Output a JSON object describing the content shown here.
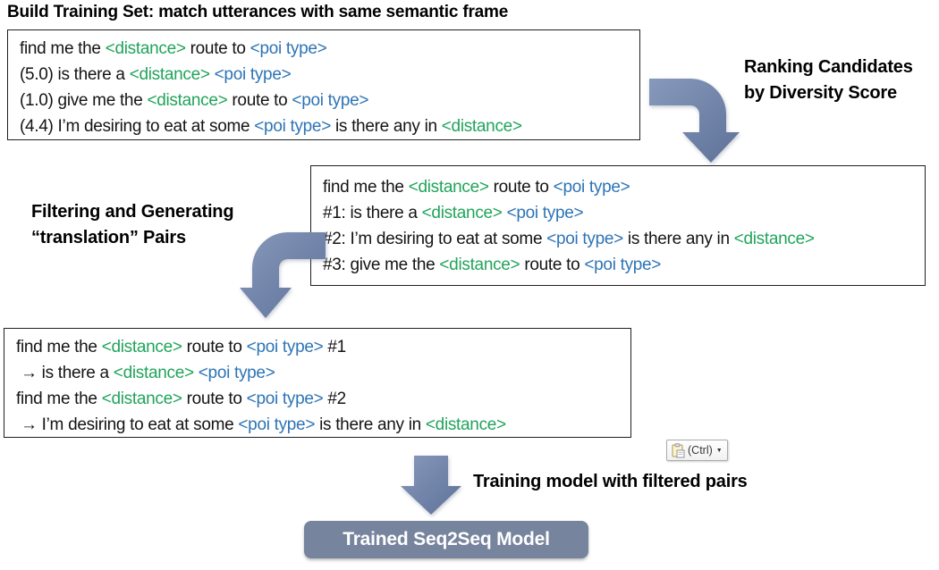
{
  "colors": {
    "slot-green": "#21a45b",
    "slot-blue": "#2e74b5",
    "arrow-light": "#8799bb",
    "arrow-dark": "#5e7198",
    "button-bg": "#76849e"
  },
  "title": "Build Training Set: match utterances with same semantic frame",
  "boxes": [
    {
      "name": "candidate-utterances",
      "lines": [
        [
          {
            "t": "find me the ",
            "c": "k"
          },
          {
            "t": "<distance>",
            "c": "g"
          },
          {
            "t": " route to ",
            "c": "k"
          },
          {
            "t": "<poi type>",
            "c": "b"
          }
        ],
        [
          {
            "t": "(5.0) is there a ",
            "c": "k"
          },
          {
            "t": "<distance>",
            "c": "g"
          },
          {
            "t": " ",
            "c": "k"
          },
          {
            "t": "<poi type>",
            "c": "b"
          }
        ],
        [
          {
            "t": "(1.0) give me the ",
            "c": "k"
          },
          {
            "t": "<distance>",
            "c": "g"
          },
          {
            "t": " route to ",
            "c": "k"
          },
          {
            "t": "<poi type>",
            "c": "b"
          }
        ],
        [
          {
            "t": "(4.4) I’m desiring to eat at some ",
            "c": "k"
          },
          {
            "t": "<poi type>",
            "c": "b"
          },
          {
            "t": " is there any in ",
            "c": "k"
          },
          {
            "t": "<distance>",
            "c": "g"
          }
        ]
      ]
    },
    {
      "name": "ranked-candidates",
      "lines": [
        [
          {
            "t": "find me the ",
            "c": "k"
          },
          {
            "t": "<distance>",
            "c": "g"
          },
          {
            "t": " route to ",
            "c": "k"
          },
          {
            "t": "<poi type>",
            "c": "b"
          }
        ],
        [
          {
            "t": "#1: is there a ",
            "c": "k"
          },
          {
            "t": "<distance>",
            "c": "g"
          },
          {
            "t": " ",
            "c": "k"
          },
          {
            "t": "<poi type>",
            "c": "b"
          }
        ],
        [
          {
            "t": "#2: I’m desiring to eat at some ",
            "c": "k"
          },
          {
            "t": "<poi type>",
            "c": "b"
          },
          {
            "t": " is there any in ",
            "c": "k"
          },
          {
            "t": "<distance>",
            "c": "g"
          }
        ],
        [
          {
            "t": "#3: give me the ",
            "c": "k"
          },
          {
            "t": "<distance>",
            "c": "g"
          },
          {
            "t": " route to ",
            "c": "k"
          },
          {
            "t": "<poi type>",
            "c": "b"
          }
        ]
      ]
    },
    {
      "name": "translation-pairs",
      "lines": [
        [
          {
            "t": "find me the ",
            "c": "k"
          },
          {
            "t": "<distance>",
            "c": "g"
          },
          {
            "t": " route to ",
            "c": "k"
          },
          {
            "t": "<poi type>",
            "c": "b"
          },
          {
            "t": " #1",
            "c": "k"
          }
        ],
        [
          {
            "t": " → is there a ",
            "c": "k"
          },
          {
            "t": "<distance>",
            "c": "g"
          },
          {
            "t": " ",
            "c": "k"
          },
          {
            "t": "<poi type>",
            "c": "b"
          }
        ],
        [
          {
            "t": "find me the ",
            "c": "k"
          },
          {
            "t": "<distance>",
            "c": "g"
          },
          {
            "t": " route to ",
            "c": "k"
          },
          {
            "t": "<poi type>",
            "c": "b"
          },
          {
            "t": " #2",
            "c": "k"
          }
        ],
        [
          {
            "t": " → I’m desiring to eat at some ",
            "c": "k"
          },
          {
            "t": "<poi type>",
            "c": "b"
          },
          {
            "t": " is there any in ",
            "c": "k"
          },
          {
            "t": "<distance>",
            "c": "g"
          }
        ]
      ]
    }
  ],
  "labels": {
    "ranking": [
      "Ranking Candidates",
      "by Diversity Score"
    ],
    "filtering": [
      "Filtering and Generating",
      "“translation” Pairs"
    ],
    "training": "Training model with filtered pairs"
  },
  "paste_button": {
    "label": "(Ctrl)",
    "dropdown_icon": "▼",
    "icon": "clipboard-paste-icon"
  },
  "model_button": {
    "label": "Trained Seq2Seq Model"
  }
}
